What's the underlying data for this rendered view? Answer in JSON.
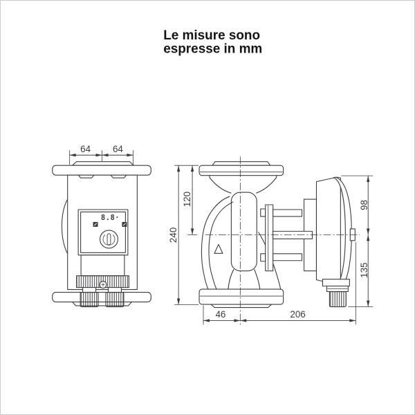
{
  "note": {
    "line1": "Le misure sono",
    "line2": "espresse in mm"
  },
  "front_view": {
    "dim_port_left_mm": "64",
    "dim_port_right_mm": "64",
    "display_value": "8.8·"
  },
  "side_view": {
    "dim_total_height_mm": "240",
    "dim_flange_top_to_axis_mm": "120",
    "dim_axis_to_module_top_mm": "98",
    "dim_axis_to_gland_bottom_mm": "135",
    "dim_flange_edge_to_axis_mm": "46",
    "dim_axis_to_motor_end_mm": "206"
  },
  "colors": {
    "line": "#3b3b3d",
    "text": "#3b3b3d",
    "title": "#141414",
    "bg": "#ffffff",
    "frame": "#cccccc"
  }
}
